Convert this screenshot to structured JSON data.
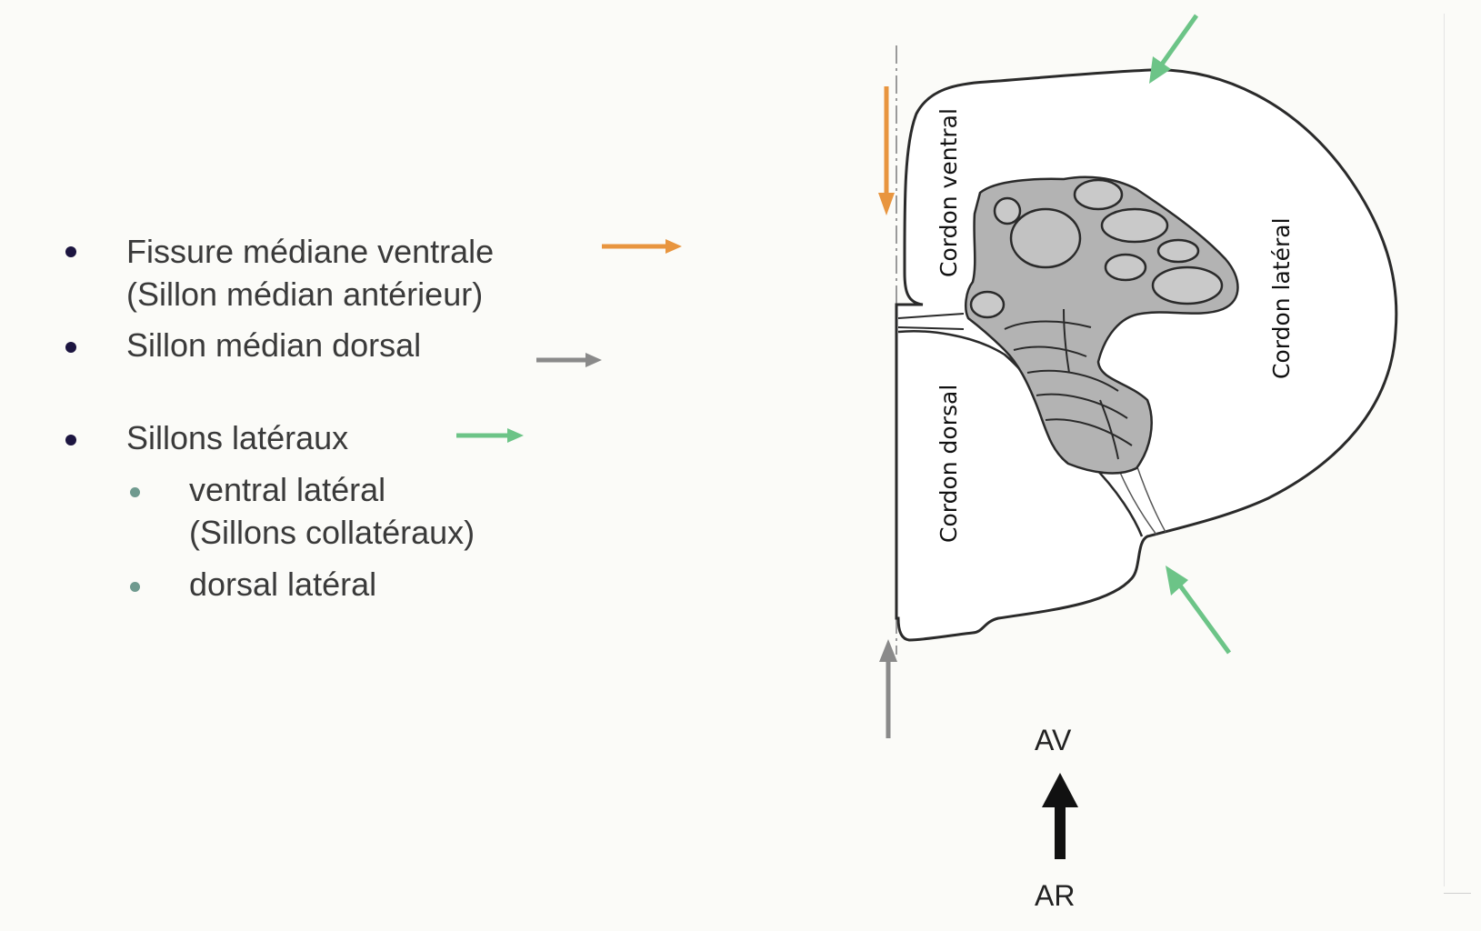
{
  "bullets": {
    "fissure": {
      "line1": "Fissure médiane ventrale",
      "line2": "(Sillon médian antérieur)"
    },
    "dorsal": {
      "label": "Sillon médian dorsal"
    },
    "lateraux": {
      "label": "Sillons latéraux",
      "ventral_line1": "ventral latéral",
      "ventral_line2": "(Sillons collatéraux)",
      "dorsal_lateral": "dorsal latéral"
    }
  },
  "diagram": {
    "cordon_ventral": "Cordon ventral",
    "cordon_lateral": "Cordon latéral",
    "cordon_dorsal": "Cordon dorsal",
    "av": "AV",
    "ar": "AR"
  },
  "colors": {
    "orange_arrow": "#e8953f",
    "gray_arrow": "#8a8a8a",
    "green_arrow": "#6cc487",
    "gray_matter": "#b3b3b3",
    "outline": "#2a2a2a"
  }
}
